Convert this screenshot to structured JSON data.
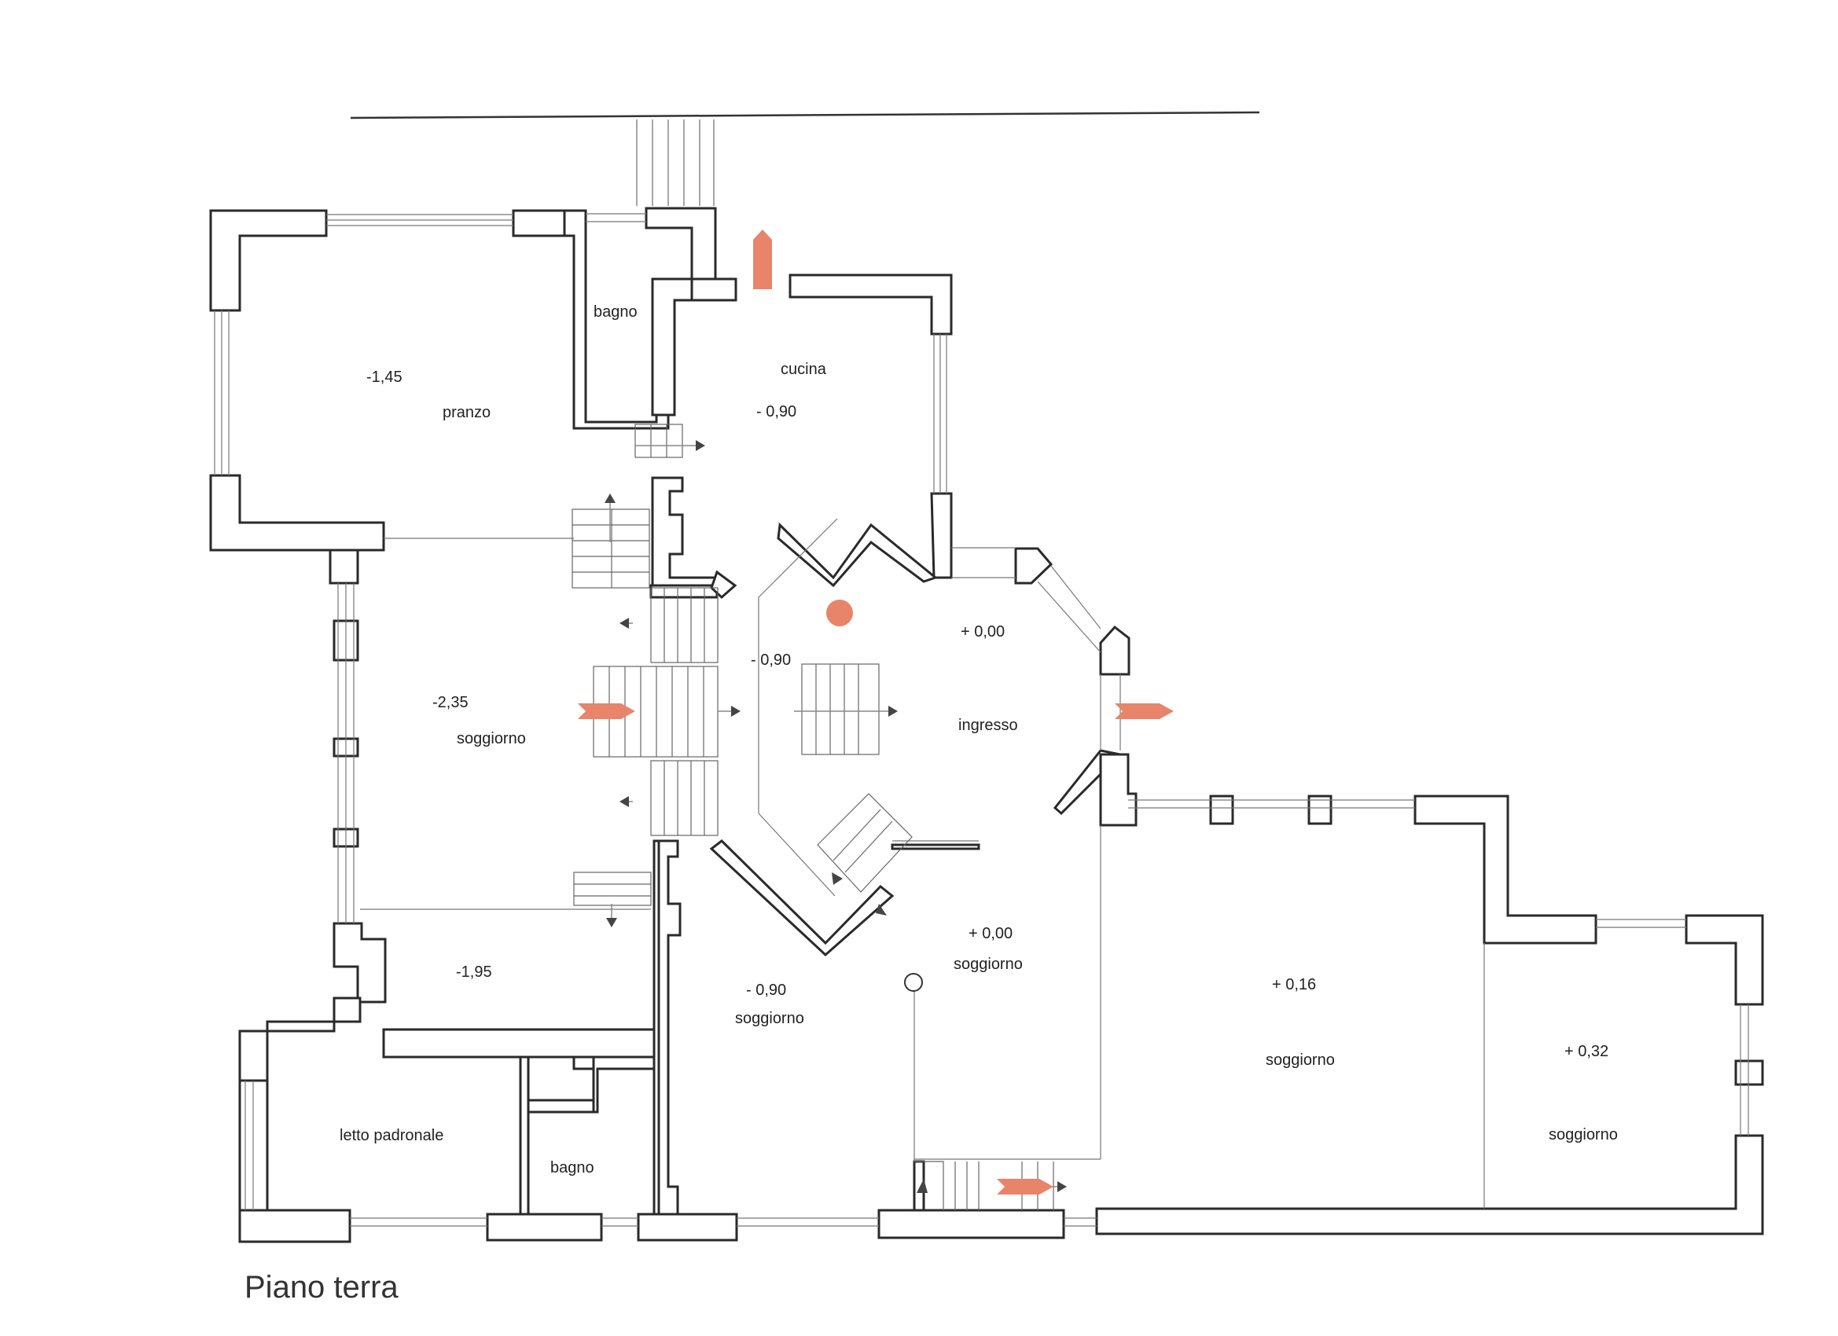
{
  "title": "Piano terra",
  "colors": {
    "wall": "#2a2a2a",
    "entry_marker": "#e8846a",
    "dot": "#e8846a"
  },
  "rooms": {
    "pranzo": {
      "label": "pranzo",
      "level": "-1,45"
    },
    "bagno_top": {
      "label": "bagno"
    },
    "cucina": {
      "label": "cucina",
      "level": "- 0,90"
    },
    "soggiorno_left": {
      "label": "soggiorno",
      "level": "-2,35"
    },
    "ingresso": {
      "label": "ingresso",
      "level": "+ 0,00"
    },
    "landing_level": {
      "level": "- 0,90"
    },
    "lower_left": {
      "level": "-1,95"
    },
    "letto_padronale": {
      "label": "letto padronale"
    },
    "bagno_bottom": {
      "label": "bagno"
    },
    "soggiorno_mid_left": {
      "label": "soggiorno",
      "level": "- 0,90"
    },
    "soggiorno_mid": {
      "label": "soggiorno",
      "level": "+ 0,00"
    },
    "soggiorno_right": {
      "label": "soggiorno",
      "level": "+ 0,16"
    },
    "soggiorno_far_right": {
      "label": "soggiorno",
      "level": "+ 0,32"
    }
  }
}
